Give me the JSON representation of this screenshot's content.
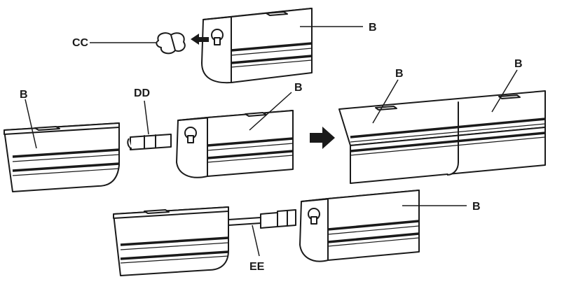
{
  "labels": {
    "b": "B",
    "cc": "CC",
    "dd": "DD",
    "ee": "EE"
  },
  "colors": {
    "ink": "#1a1a1a",
    "background": "#ffffff"
  }
}
